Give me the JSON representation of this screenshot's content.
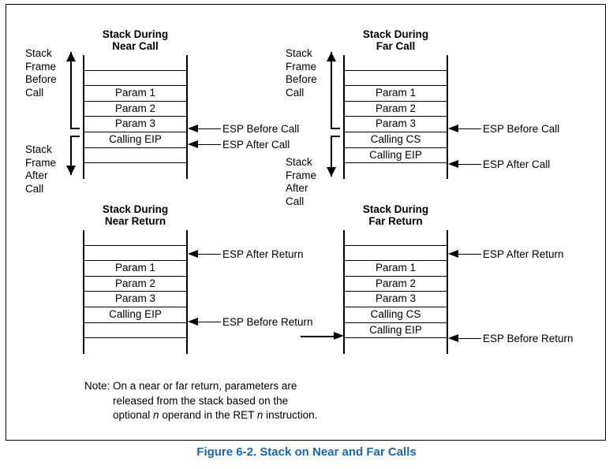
{
  "figure": {
    "caption": "Figure 6-2.  Stack on Near and Far Calls"
  },
  "diagrams": {
    "near_call": {
      "title_line1": "Stack During",
      "title_line2": "Near Call",
      "rows": [
        "",
        "",
        "Param 1",
        "Param 2",
        "Param 3",
        "Calling EIP",
        "",
        ""
      ],
      "callouts": [
        {
          "label": "ESP Before Call",
          "row": 4
        },
        {
          "label": "ESP After Call",
          "row": 5
        }
      ],
      "bracket_before": {
        "l1": "Stack",
        "l2": "Frame",
        "l3": "Before",
        "l4": "Call"
      },
      "bracket_after": {
        "l1": "Stack",
        "l2": "Frame",
        "l3": "After",
        "l4": "Call"
      }
    },
    "far_call": {
      "title_line1": "Stack During",
      "title_line2": "Far Call",
      "rows": [
        "",
        "",
        "Param 1",
        "Param 2",
        "Param 3",
        "Calling CS",
        "Calling EIP",
        ""
      ],
      "callouts": [
        {
          "label": "ESP Before Call",
          "row": 4
        },
        {
          "label": "ESP After Call",
          "row": 6
        }
      ],
      "bracket_before": {
        "l1": "Stack",
        "l2": "Frame",
        "l3": "Before",
        "l4": "Call"
      },
      "bracket_after": {
        "l1": "Stack",
        "l2": "Frame",
        "l3": "After",
        "l4": "Call"
      }
    },
    "near_return": {
      "title_line1": "Stack During",
      "title_line2": "Near Return",
      "rows": [
        "",
        "",
        "Param 1",
        "Param 2",
        "Param 3",
        "Calling EIP",
        "",
        ""
      ],
      "callouts": [
        {
          "label": "ESP After Return",
          "row": 1
        },
        {
          "label": "ESP Before Return",
          "row": 5
        }
      ]
    },
    "far_return": {
      "title_line1": "Stack During",
      "title_line2": "Far Return",
      "rows": [
        "",
        "",
        "Param 1",
        "Param 2",
        "Param 3",
        "Calling CS",
        "Calling EIP",
        ""
      ],
      "callouts": [
        {
          "label": "ESP After Return",
          "row": 1
        },
        {
          "label": "ESP Before Return",
          "row": 6
        }
      ]
    }
  },
  "note": {
    "line1": "Note: On a near or far return, parameters are",
    "line2": "released from the stack based on the",
    "line3_a": "optional ",
    "line3_n1": "n",
    "line3_b": " operand in the RET ",
    "line3_n2": "n",
    "line3_c": " instruction."
  }
}
